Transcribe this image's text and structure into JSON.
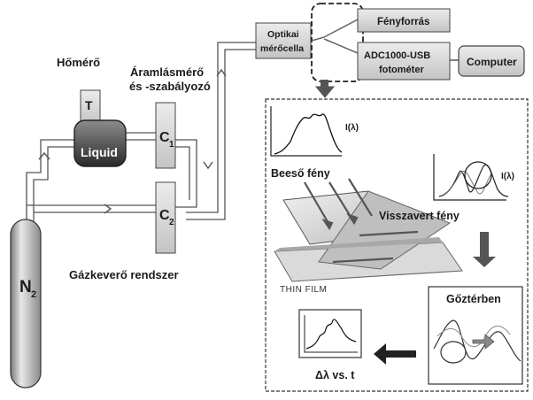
{
  "labels": {
    "thermometer": "Hőmérő",
    "thermometer_probe": "T",
    "flow": "Áramlásmérő",
    "flow_line2": "és -szabályozó",
    "liquid": "Liquid",
    "c1_main": "C",
    "c1_sub": "1",
    "c2_main": "C",
    "c2_sub": "2",
    "n2_main": "N",
    "n2_sub": "2",
    "mixer": "Gázkeverő rendszer",
    "optical_line1": "Optikai",
    "optical_line2": "mérőcella",
    "light_source": "Fényforrás",
    "adc_line1": "ADC1000-USB",
    "adc_line2": "fotométer",
    "computer": "Computer",
    "incident": "Beeső fény",
    "reflected": "Visszavert fény",
    "thin_film": "THIN FILM",
    "vapor": "Gőztérben",
    "delta": "Δλ vs. t",
    "i_lambda_1": "I(λ)",
    "i_lambda_2": "I(λ)"
  },
  "colors": {
    "box_fill": "#d6d6d6",
    "box_stroke": "#444444",
    "arrow_gray": "#555555",
    "dark": "#1a1a1a"
  }
}
